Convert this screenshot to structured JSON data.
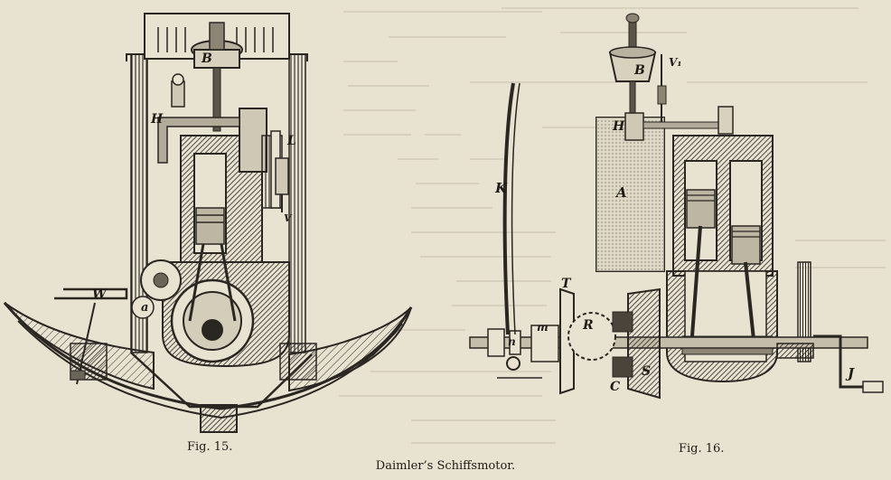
{
  "figures": [
    {
      "caption": "Fig. 15.",
      "labels": {
        "B": "B",
        "H": "H",
        "L": "L",
        "V": "V",
        "W": "W",
        "a": "a"
      }
    },
    {
      "caption": "Fig. 16.",
      "labels": {
        "B": "B",
        "V1": "V₁",
        "H": "H",
        "K": "K",
        "A": "A",
        "T": "T",
        "R": "R",
        "n": "n",
        "m": "m",
        "C": "C",
        "S": "S",
        "J": "J"
      }
    }
  ],
  "main_caption": "Daimler’s Schiffsmotor."
}
